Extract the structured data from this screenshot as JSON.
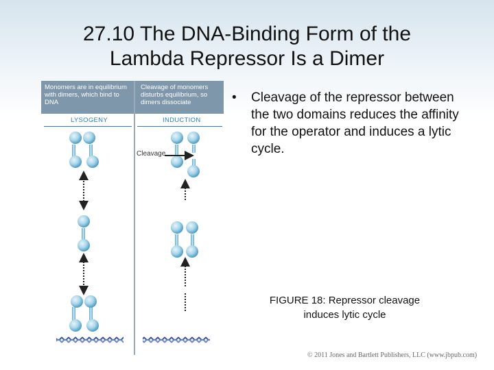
{
  "slide": {
    "title_line1": "27.10  The DNA-Binding Form of the",
    "title_line2": "Lambda Repressor Is a Dimer"
  },
  "figure": {
    "left_header": "Monomers are in equilibrium with dimers, which bind to DNA",
    "right_header": "Cleavage of monomers disturbs equilibrium, so dimers dissociate",
    "left_label": "LYSOGENY",
    "right_label": "INDUCTION",
    "cleavage_label": "Cleavage"
  },
  "bullet": {
    "dot": "•",
    "text": "Cleavage of the repressor between the two domains reduces the affinity for the operator and induces a lytic cycle."
  },
  "caption": {
    "line1": "FIGURE 18: Repressor cleavage",
    "line2": "induces lytic cycle"
  },
  "footer": {
    "copyright": "© 2011 Jones and Bartlett Publishers, LLC (www.jbpub.com)"
  },
  "colors": {
    "header_bg": "#7f97ab",
    "label_blue": "#2c7fb0",
    "domain_light": "#bfe0ee",
    "domain_dark": "#4d9cc4",
    "dna_blue": "#3d55a0"
  }
}
